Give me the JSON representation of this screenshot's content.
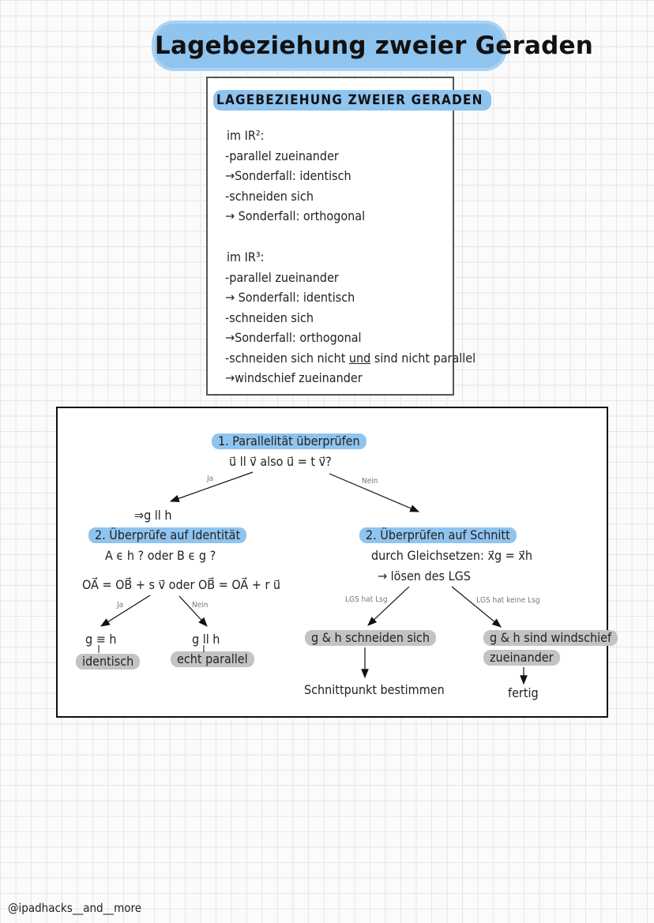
{
  "title": "Lagebeziehung zweier Geraden",
  "summary": {
    "heading": "Lagebeziehung zweier Geraden",
    "r2": {
      "label": "im IR²:",
      "lines": [
        "-parallel zueinander",
        "→Sonderfall: identisch",
        "-schneiden sich",
        "→ Sonderfall: orthogonal"
      ]
    },
    "r3": {
      "label": "im IR³:",
      "line1": "-parallel zueinander",
      "line2": "→ Sonderfall: identisch",
      "line3": "-schneiden sich",
      "line4": "→Sonderfall: orthogonal",
      "line5_a": "-schneiden sich nicht ",
      "line5_b": "und",
      "line5_c": " sind nicht parallel",
      "line6": "→windschief zueinander"
    }
  },
  "flow": {
    "step1_title": "1.  Parallelität überprüfen",
    "step1_formula": "u⃗ ll v⃗  also  u⃗ = t v⃗?",
    "ja": "Ja",
    "nein": "Nein",
    "result_parallel": "⇒g ll h",
    "left": {
      "title": "2. Überprüfe auf Identität",
      "cond": "A ϵ h ? oder B ϵ g ?",
      "eq": "OA⃗ = OB⃗ + s v⃗  oder OB⃗ = OA⃗ + r u⃗",
      "ja": "Ja",
      "nein": "Nein",
      "res1": "g ≡ h",
      "res1_label": "identisch",
      "res2": "g ll h",
      "res2_label": "echt parallel"
    },
    "right": {
      "title": "2. Überprüfen auf Schnitt",
      "cond": "durch Gleichsetzen:  x⃗g = x⃗h",
      "lgs": "→ lösen des LGS",
      "branch1": "LGS hat Lsg",
      "branch2": "LGS hat keine Lsg",
      "res1": "g & h schneiden sich",
      "res1_next": "Schnittpunkt bestimmen",
      "res2": "g & h sind windschief",
      "res2_b": "zueinander",
      "res2_next": "fertig"
    }
  },
  "footer": "@ipadhacks__and__more"
}
